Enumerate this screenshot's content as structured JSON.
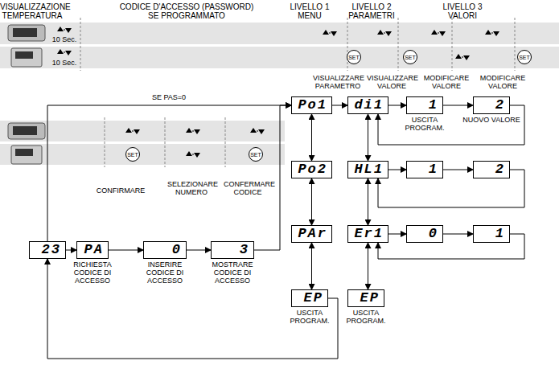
{
  "diagram": {
    "nodes": [
      {
        "text": [
          "23"
        ]
      },
      {
        "text": [
          "PA",
          "RICHIESTA CODICE DI ACCESSO"
        ]
      },
      {
        "text": [
          "0",
          "INSERIRE CODICE DI ACCESSO"
        ]
      },
      {
        "text": [
          "3",
          "MOSTRARE CODICE DI ACCESSO"
        ]
      },
      {
        "text": [
          "Po1"
        ]
      },
      {
        "text": [
          "Po2"
        ]
      },
      {
        "text": [
          "PAr"
        ]
      },
      {
        "text": [
          "EP",
          "USCITA PROGRAM."
        ]
      },
      {
        "text": [
          "di1"
        ]
      },
      {
        "text": [
          "HL1"
        ]
      },
      {
        "text": [
          "Er1"
        ]
      },
      {
        "text": [
          "EP",
          "USCITA PROGRAM."
        ]
      },
      {
        "text": [
          "1",
          "USCITA PROGRAM."
        ]
      },
      {
        "text": [
          "2",
          "NUOVO VALORE"
        ]
      },
      {
        "text": [
          "1"
        ]
      },
      {
        "text": [
          "2"
        ]
      },
      {
        "text": [
          "0"
        ]
      },
      {
        "text": [
          "1"
        ]
      }
    ],
    "edges": [
      {
        "from": 0,
        "to": 1,
        "arrow": "to"
      },
      {
        "from": 1,
        "to": 2,
        "arrow": "to"
      },
      {
        "from": 2,
        "to": 3,
        "arrow": "to"
      },
      {
        "from": 0,
        "to": 4,
        "label": "SE PAS=0",
        "arrow": "to"
      },
      {
        "from": 3,
        "to": 4,
        "arrow": "to"
      },
      {
        "from": 4,
        "to": 5,
        "arrow": "both"
      },
      {
        "from": 5,
        "to": 6,
        "arrow": "both"
      },
      {
        "from": 6,
        "to": 7,
        "arrow": "both"
      },
      {
        "from": 4,
        "to": 8,
        "arrow": "to"
      },
      {
        "from": 8,
        "to": 9,
        "arrow": "both"
      },
      {
        "from": 9,
        "to": 10,
        "arrow": "both"
      },
      {
        "from": 10,
        "to": 11,
        "arrow": "both"
      },
      {
        "from": 8,
        "to": 12,
        "arrow": "to"
      },
      {
        "from": 12,
        "to": 13,
        "arrow": "to"
      },
      {
        "from": 13,
        "to": 8,
        "arrow": "to"
      },
      {
        "from": 9,
        "to": 14,
        "arrow": "to"
      },
      {
        "from": 14,
        "to": 15,
        "arrow": "to"
      },
      {
        "from": 15,
        "to": 9,
        "arrow": "to"
      },
      {
        "from": 10,
        "to": 16,
        "arrow": "to"
      },
      {
        "from": 16,
        "to": 17,
        "arrow": "to"
      },
      {
        "from": 17,
        "to": 10,
        "arrow": "to"
      },
      {
        "from": 7,
        "to": 0,
        "arrow": "to"
      }
    ],
    "labels": [
      "VISUALIZZAZIONE TEMPERATURA",
      "CODICE D'ACCESSO (PASSWORD) SE PROGRAMMATO",
      "LIVELLO 1 MENU",
      "LIVELLO 2 PARAMETRI",
      "LIVELLO 3 VALORI",
      "10 Sec.",
      "10 Sec.",
      "SET",
      "SET",
      "SET",
      "VISUALIZZARE PARAMETRO",
      "VISUALIZZARE VALORE",
      "MODIFICARE VALORE",
      "MODIFICARE VALORE",
      "SET",
      "SET",
      "CONFIRMARE",
      "SELEZIONARE NUMERO",
      "CONFERMARE CODICE"
    ]
  }
}
